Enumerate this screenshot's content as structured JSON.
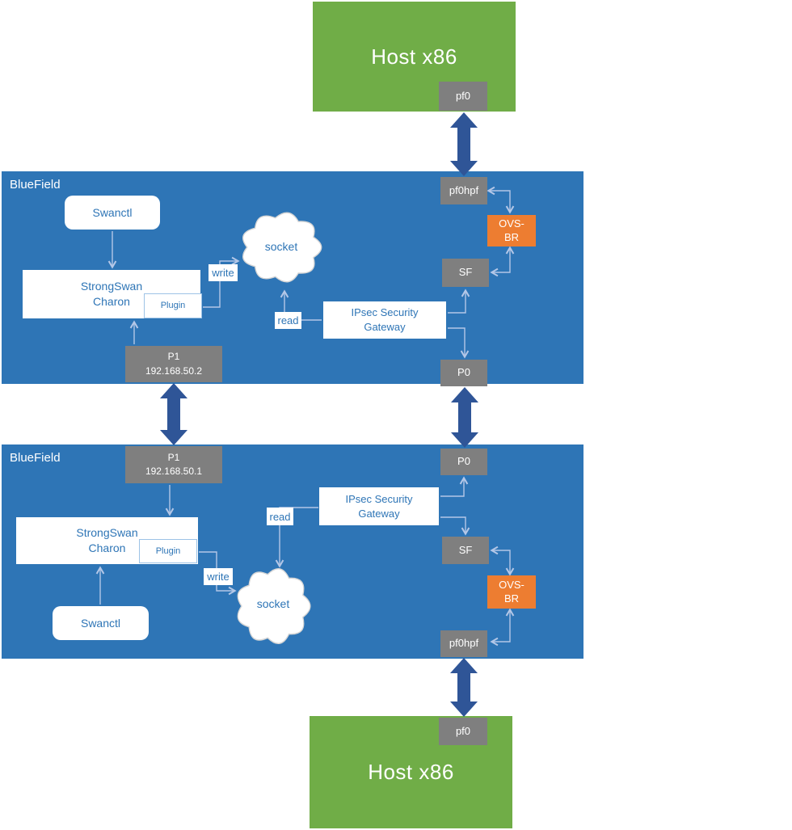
{
  "colors": {
    "host_green": "#70AD47",
    "bluefield_blue": "#2E75B6",
    "node_gray": "#7F7F7F",
    "ovs_orange": "#ED7D31",
    "label_blue": "#2E75B6",
    "thick_arrow": "#2F5597",
    "connector": "#B4C7E7"
  },
  "host_top": {
    "title": "Host x86",
    "port": "pf0"
  },
  "host_bottom": {
    "title": "Host x86",
    "port": "pf0"
  },
  "bluefield_top": {
    "title": "BlueField",
    "swanctl": "Swanctl",
    "charon": "StrongSwan\nCharon",
    "plugin": "Plugin",
    "p1": "P1\n192.168.50.2",
    "socket": "socket",
    "write": "write",
    "read": "read",
    "gateway": "IPsec Security\nGateway",
    "pf0hpf": "pf0hpf",
    "ovs_br": "OVS-\nBR",
    "sf": "SF",
    "p0": "P0"
  },
  "bluefield_bottom": {
    "title": "BlueField",
    "swanctl": "Swanctl",
    "charon": "StrongSwan\nCharon",
    "plugin": "Plugin",
    "p1": "P1\n192.168.50.1",
    "socket": "socket",
    "write": "write",
    "read": "read",
    "gateway": "IPsec Security\nGateway",
    "pf0hpf": "pf0hpf",
    "ovs_br": "OVS-\nBR",
    "sf": "SF",
    "p0": "P0"
  }
}
